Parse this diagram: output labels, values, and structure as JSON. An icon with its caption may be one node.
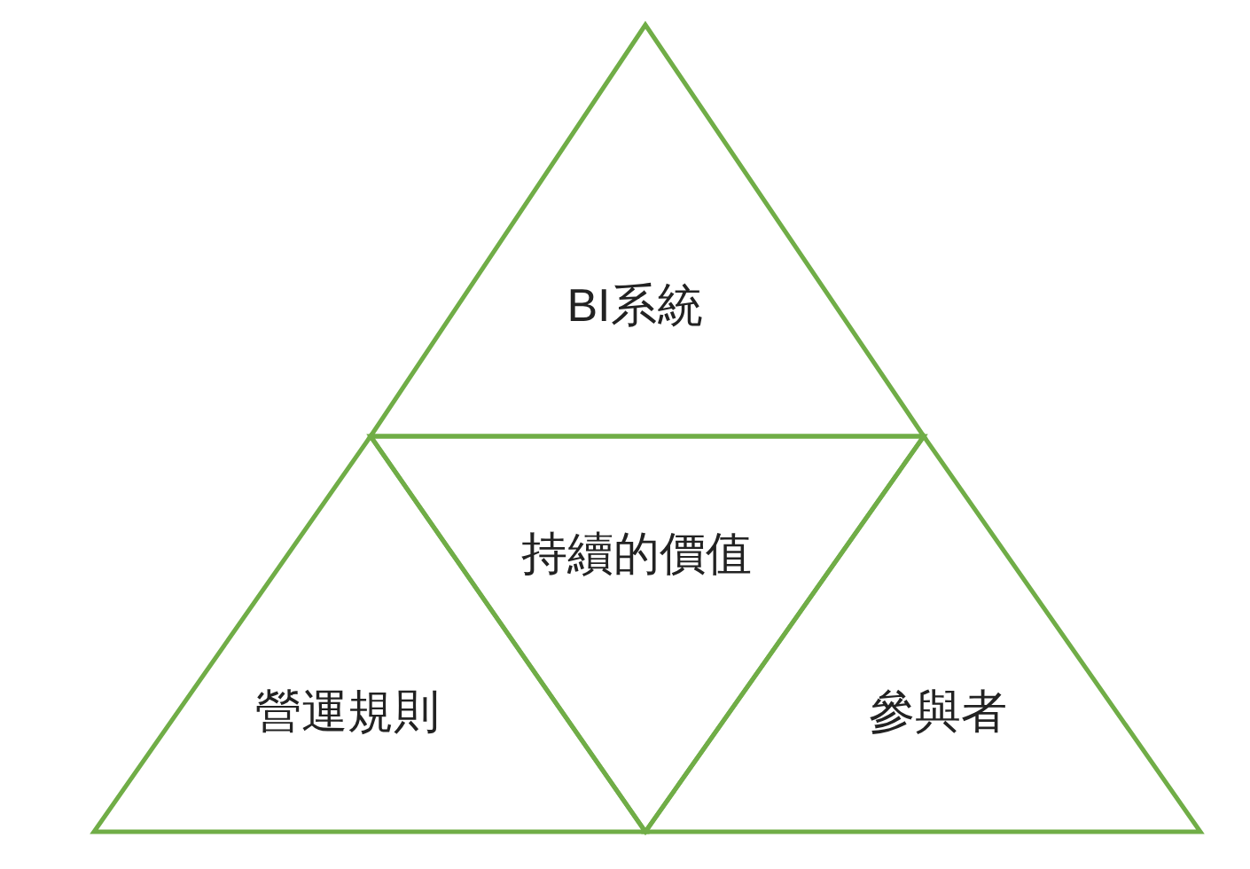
{
  "diagram": {
    "nodes": [
      {
        "text": [
          "BI系統"
        ]
      },
      {
        "text": [
          "持續的價值"
        ]
      },
      {
        "text": [
          "營運規則"
        ]
      },
      {
        "text": [
          "參與者"
        ]
      }
    ]
  }
}
